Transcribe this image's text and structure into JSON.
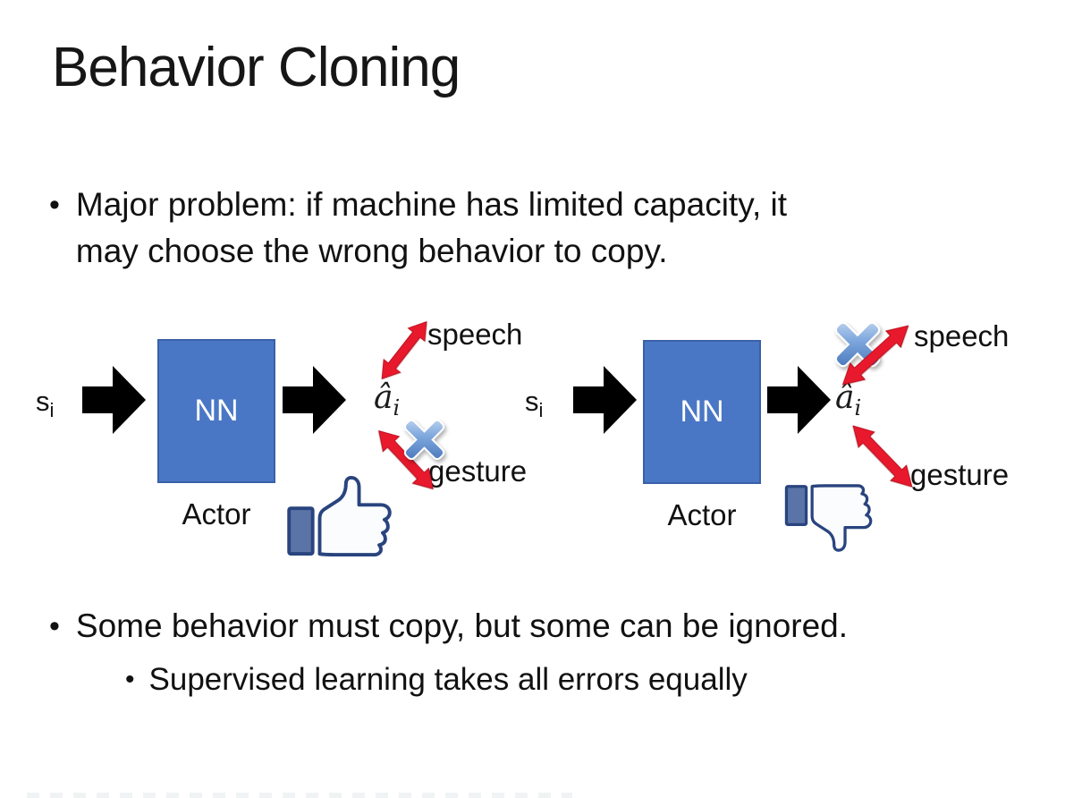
{
  "slide": {
    "title": "Behavior Cloning",
    "bullet_char": "•",
    "bullet1": {
      "lines": [
        "Major problem: if machine has limited capacity, it",
        "may choose the wrong behavior to copy."
      ]
    },
    "bullet2": "Some behavior must copy, but some can be ignored.",
    "bullet2_sub": "Supervised learning takes all errors equally",
    "diagram_left": {
      "input": "s",
      "input_sub": "i",
      "nn_label": "NN",
      "output": "â",
      "output_sub": "i",
      "speech_label": "speech",
      "gesture_label": "gesture",
      "actor_label": "Actor",
      "crossed_out": "gesture",
      "feedback_icon": "thumbs-up"
    },
    "diagram_right": {
      "input": "s",
      "input_sub": "i",
      "nn_label": "NN",
      "output": "â",
      "output_sub": "i",
      "speech_label": "speech",
      "gesture_label": "gesture",
      "actor_label": "Actor",
      "crossed_out": "speech",
      "feedback_icon": "thumbs-down"
    },
    "colors": {
      "background": "#ffffff",
      "text": "#111111",
      "nn_box_fill": "#4a77c5",
      "nn_box_border": "#3a60a8",
      "arrow_black": "#000000",
      "arrow_red": "#e8192c",
      "cross_blue": "#4f81d0",
      "thumb_outline_navy": "#29447e",
      "thumb_cuff_blue": "#5b74a8"
    }
  }
}
